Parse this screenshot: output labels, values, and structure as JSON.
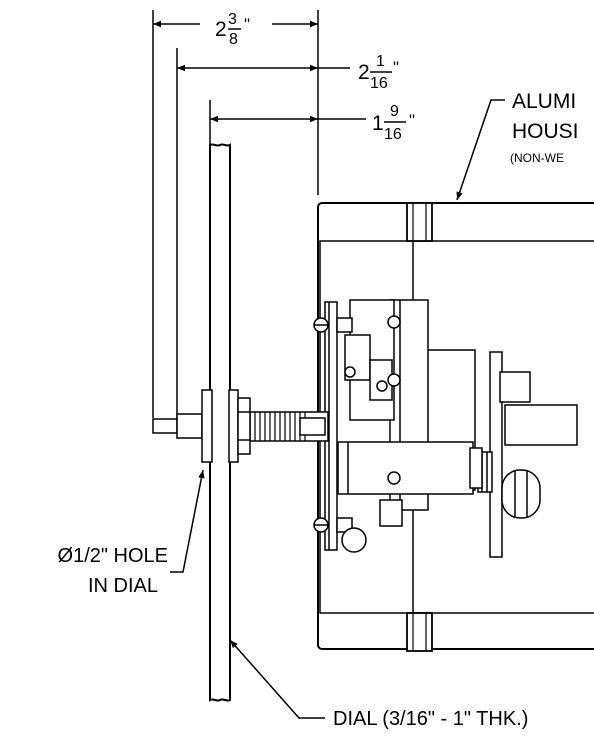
{
  "dimensions": [
    {
      "whole": "2",
      "num": "3",
      "den": "8",
      "unit": "\""
    },
    {
      "whole": "2",
      "num": "1",
      "den": "16",
      "unit": "\""
    },
    {
      "whole": "1",
      "num": "9",
      "den": "16",
      "unit": "\""
    }
  ],
  "callouts": {
    "housing_line1": "ALUMI",
    "housing_line2": "HOUSI",
    "housing_line3": "(NON-WE",
    "hole_line1": "Ø1/2\" HOLE",
    "hole_line2": "IN DIAL",
    "dial": "DIAL (3/16\" - 1\" THK.)"
  }
}
